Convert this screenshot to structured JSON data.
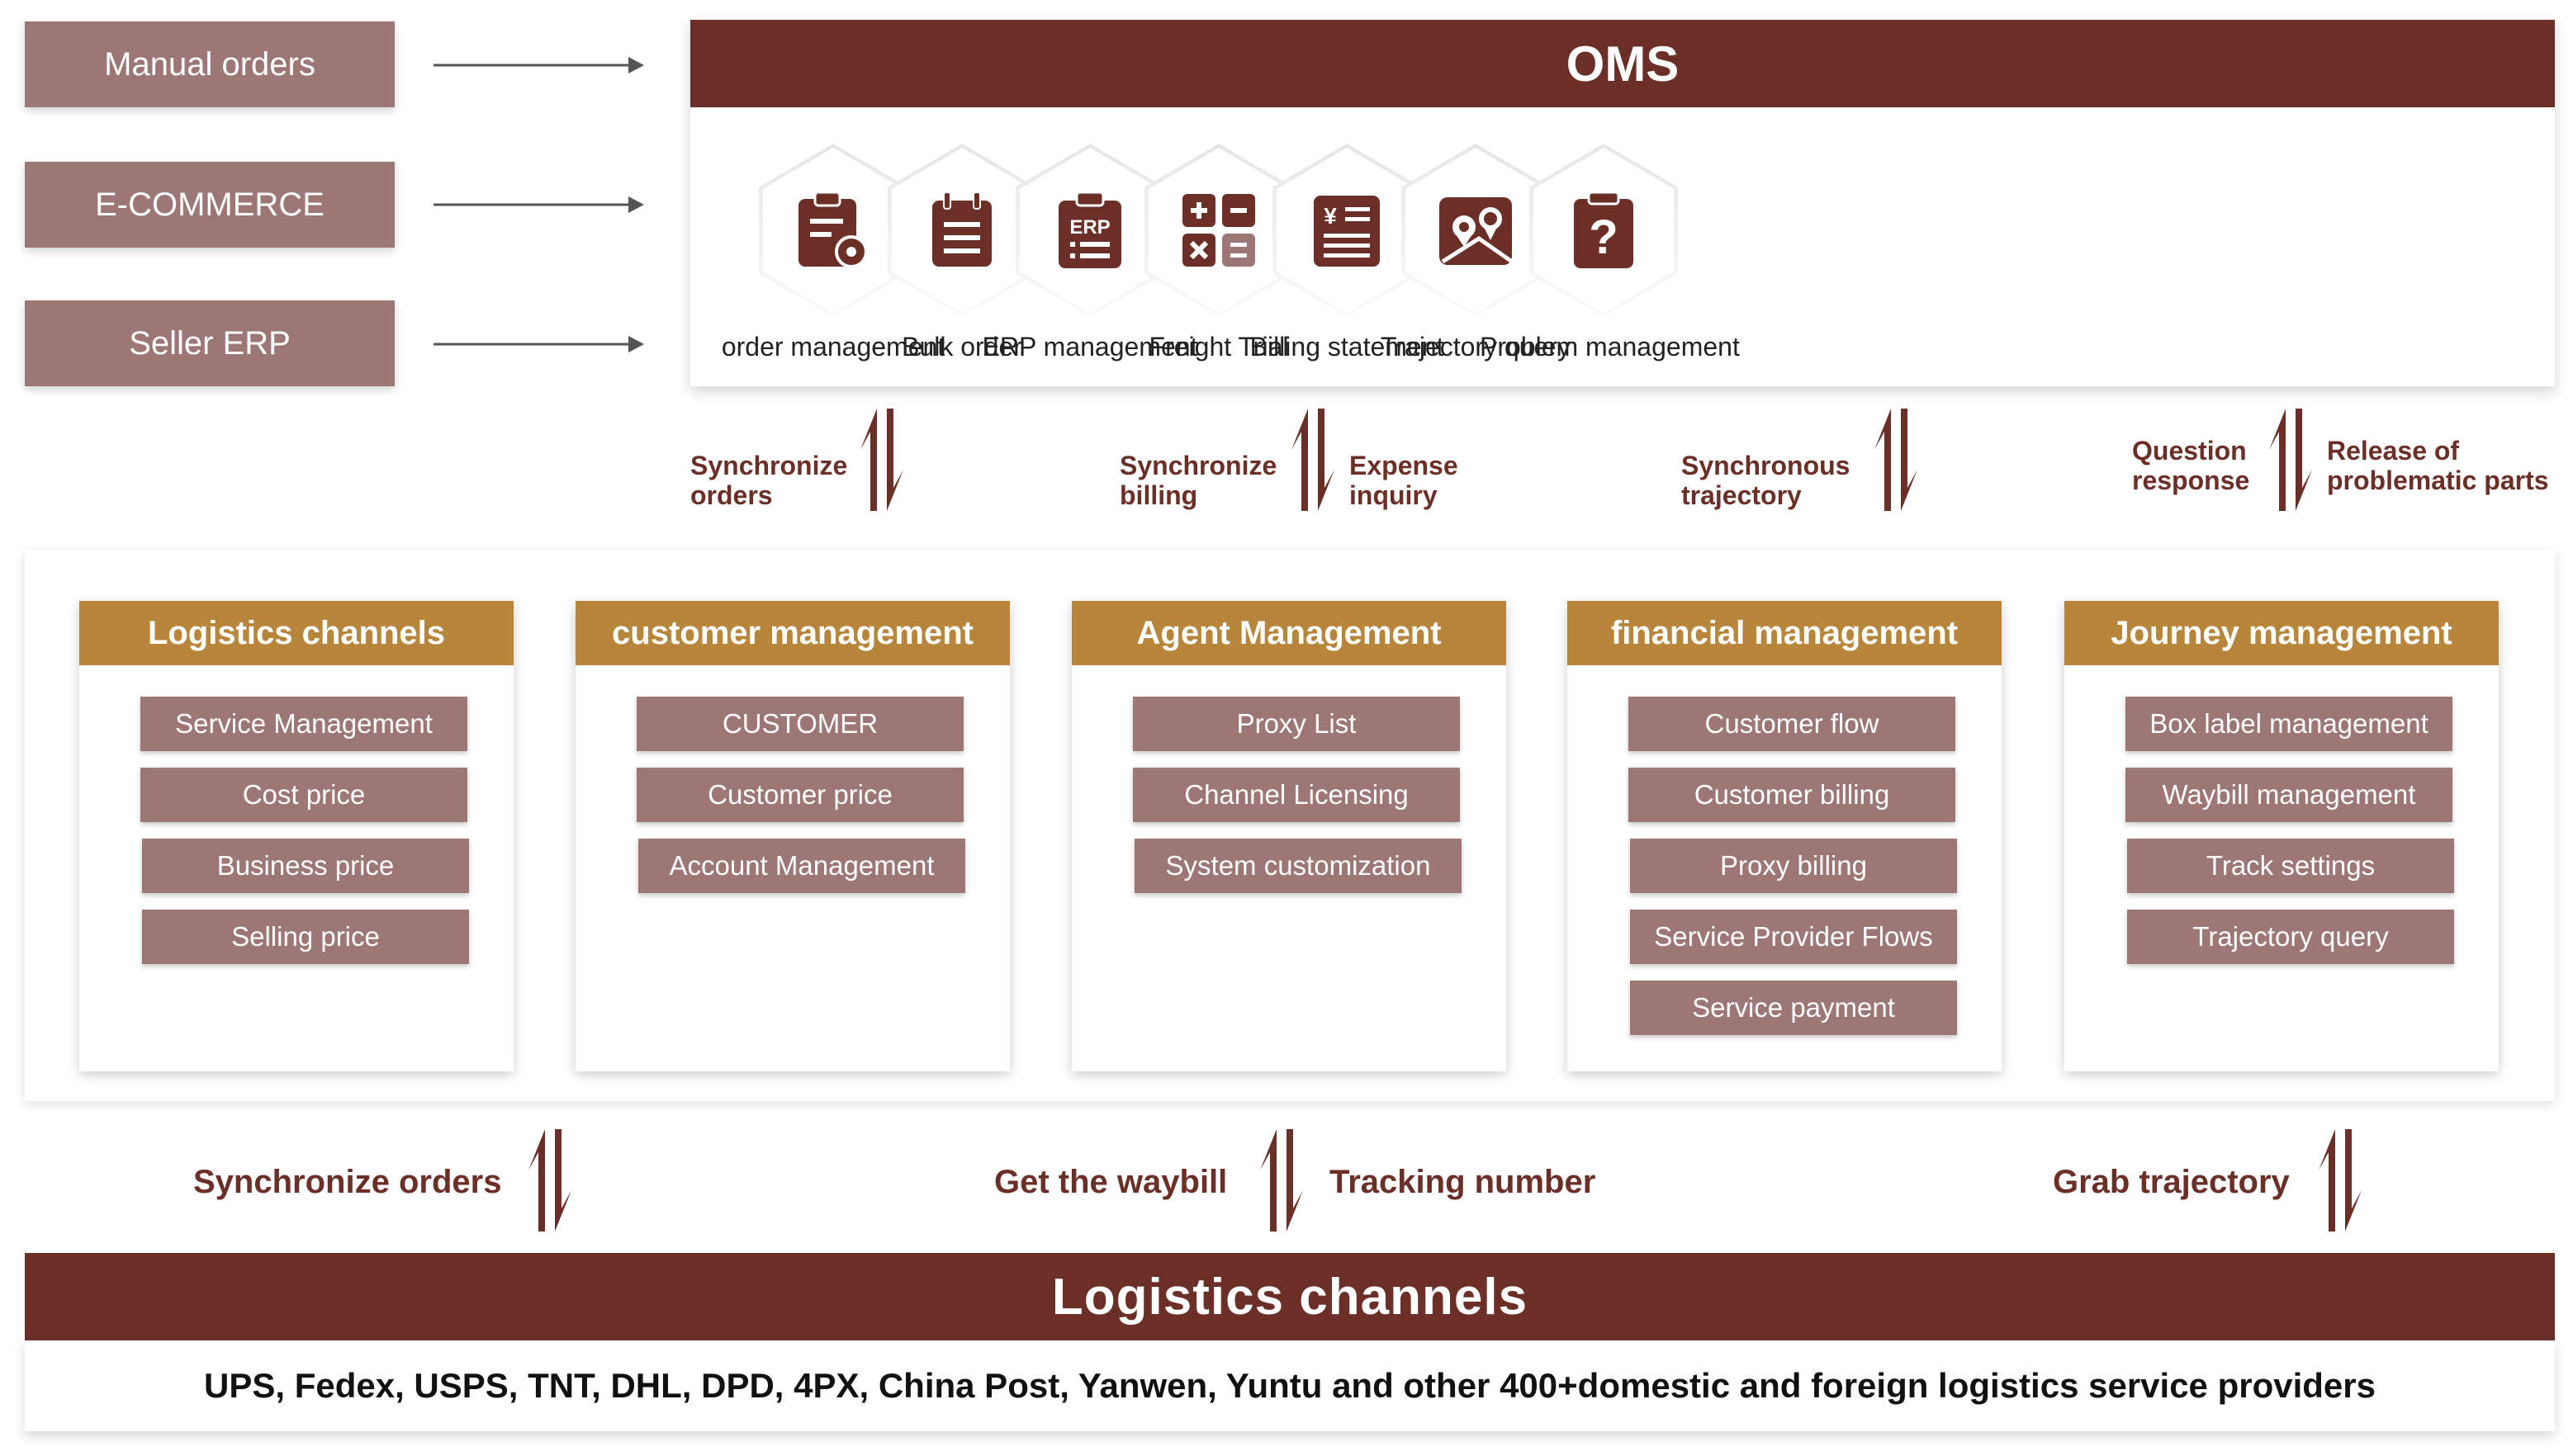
{
  "sources": [
    {
      "label": "Manual orders"
    },
    {
      "label": "E-COMMERCE"
    },
    {
      "label": "Seller ERP"
    }
  ],
  "oms": {
    "title": "OMS",
    "modules": [
      {
        "label": "order management",
        "icon": "order-management-icon"
      },
      {
        "label": "Bulk order",
        "icon": "bulk-order-icon"
      },
      {
        "label": "ERP management",
        "icon": "erp-icon",
        "icon_text": "ERP"
      },
      {
        "label": "Freight Trial",
        "icon": "calculator-icon"
      },
      {
        "label": "Billing statement",
        "icon": "billing-statement-icon",
        "icon_text": "¥"
      },
      {
        "label": "Trajectory query",
        "icon": "map-pin-icon"
      },
      {
        "label": "Problem management",
        "icon": "question-clipboard-icon",
        "icon_text": "?"
      }
    ]
  },
  "sync_top": {
    "g1_left": [
      "Synchronize",
      "orders"
    ],
    "g2_left": [
      "Synchronize",
      "billing"
    ],
    "g2_right": [
      "Expense",
      "inquiry"
    ],
    "g3_left": [
      "Synchronous",
      "trajectory"
    ],
    "g4_left": [
      "Question",
      "response"
    ],
    "g4_right": [
      "Release of",
      "problematic parts"
    ]
  },
  "panels": [
    {
      "title": "Logistics channels",
      "items": [
        "Service Management",
        "Cost price",
        "Business price",
        "Selling price"
      ]
    },
    {
      "title": "customer management",
      "items": [
        "CUSTOMER",
        "Customer price",
        "Account Management"
      ]
    },
    {
      "title": "Agent Management",
      "items": [
        "Proxy List",
        "Channel Licensing",
        "System customization"
      ]
    },
    {
      "title": "financial management",
      "items": [
        "Customer flow",
        "Customer billing",
        "Proxy billing",
        "Service Provider Flows",
        "Service payment"
      ]
    },
    {
      "title": "Journey management",
      "items": [
        "Box label management",
        "Waybill management",
        "Track settings",
        "Trajectory query"
      ]
    }
  ],
  "sync_bottom": {
    "left": "Synchronize orders",
    "mid_left": "Get the waybill",
    "mid_right": "Tracking number",
    "right": "Grab trajectory"
  },
  "logistics": {
    "title": "Logistics channels",
    "providers": "UPS, Fedex, USPS, TNT, DHL, DPD, 4PX, China Post, Yanwen, Yuntu and other 400+domestic and foreign logistics service providers"
  },
  "colors": {
    "dark_red": "#6b2f27",
    "mauve": "#9d7676",
    "gold": "#b8863a"
  }
}
